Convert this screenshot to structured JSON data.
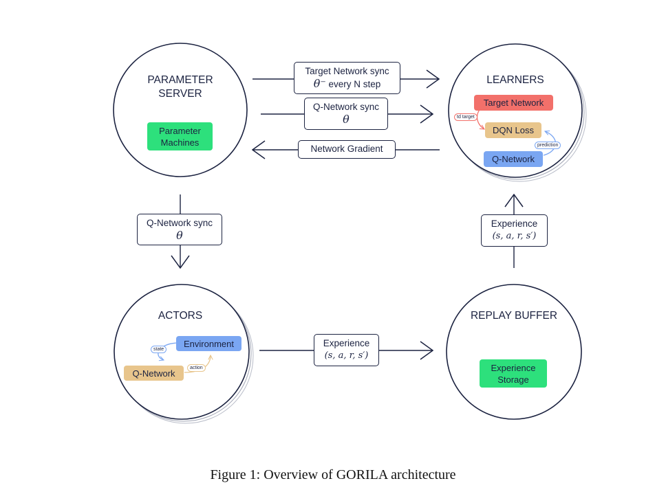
{
  "caption": "Figure 1: Overview of GORILA architecture",
  "nodes": {
    "parameter_server": {
      "title_line1": "PARAMETER",
      "title_line2": "SERVER",
      "chip": "Parameter Machines"
    },
    "learners": {
      "title": "LEARNERS",
      "target_network": "Target Network",
      "dqn_loss": "DQN Loss",
      "q_network": "Q-Network",
      "td_target_tag": "td target",
      "prediction_tag": "prediction"
    },
    "actors": {
      "title": "ACTORS",
      "environment": "Environment",
      "q_network": "Q-Network",
      "state_tag": "state",
      "action_tag": "action"
    },
    "replay_buffer": {
      "title": "REPLAY BUFFER",
      "chip": "Experience Storage"
    }
  },
  "edges": {
    "target_sync": {
      "line1": "Target Network sync",
      "math": "θ⁻",
      "line2_rest": " every N step"
    },
    "q_sync_top": {
      "line1": "Q-Network sync",
      "math": "θ"
    },
    "gradient": {
      "label": "Network Gradient"
    },
    "q_sync_left": {
      "line1": "Q-Network sync",
      "math": "θ"
    },
    "experience_right": {
      "line1": "Experience",
      "math": "(s, a, r, s′)"
    },
    "experience_bottom": {
      "line1": "Experience",
      "math": "(s, a, r, s′)"
    }
  },
  "colors": {
    "ink": "#1b2240",
    "green": "#2de07c",
    "red": "#f2706a",
    "tan": "#e8c58c",
    "blue": "#7aa6f2"
  }
}
